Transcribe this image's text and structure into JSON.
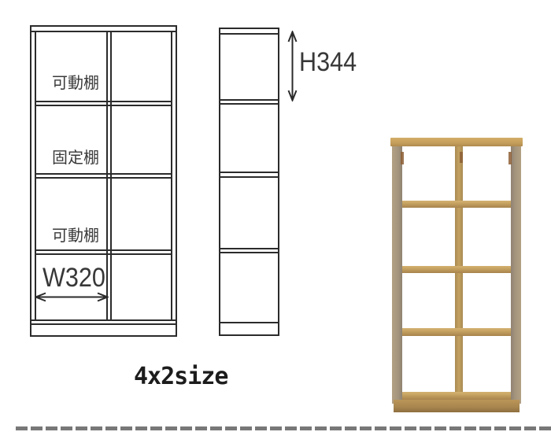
{
  "diagram": {
    "front_view": {
      "label_row1": "可動棚",
      "label_row2": "固定棚",
      "label_row3": "可動棚",
      "width_dimension": "W320"
    },
    "side_view": {
      "height_dimension": "H344"
    },
    "caption": "4x2size"
  },
  "photo": {
    "alt": "4x2 natural wood open shelf unit",
    "rows": 4,
    "columns": 2,
    "wood_color": "#c2a161",
    "side_panel_color": "#a3947d",
    "plinth_color": "#a8854e"
  },
  "colors": {
    "background": "#ffffff",
    "drawing_line": "#2b2b2b",
    "label_text": "#383838",
    "dashed_divider": "#787878"
  }
}
